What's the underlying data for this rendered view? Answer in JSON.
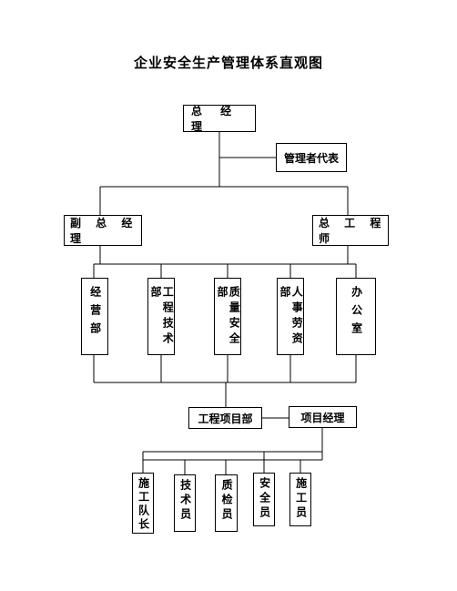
{
  "title": "企业安全生产管理体系直观图",
  "nodes": {
    "general_manager": "总 经 理",
    "management_rep": "管理者代表",
    "deputy_gm": "副 总 经 理",
    "chief_engineer": "总 工 程 师",
    "dept_business": "经营部",
    "dept_engineering": "工程技术部",
    "dept_quality_safety": "质量安全部",
    "dept_hr": "人事劳资部",
    "dept_office": "办公室",
    "project_dept": "工程项目部",
    "project_manager": "项目经理",
    "construction_leader": "施工队长",
    "technician": "技术员",
    "quality_inspector": "质检员",
    "safety_officer": "安全员",
    "construction_worker": "施工员"
  }
}
